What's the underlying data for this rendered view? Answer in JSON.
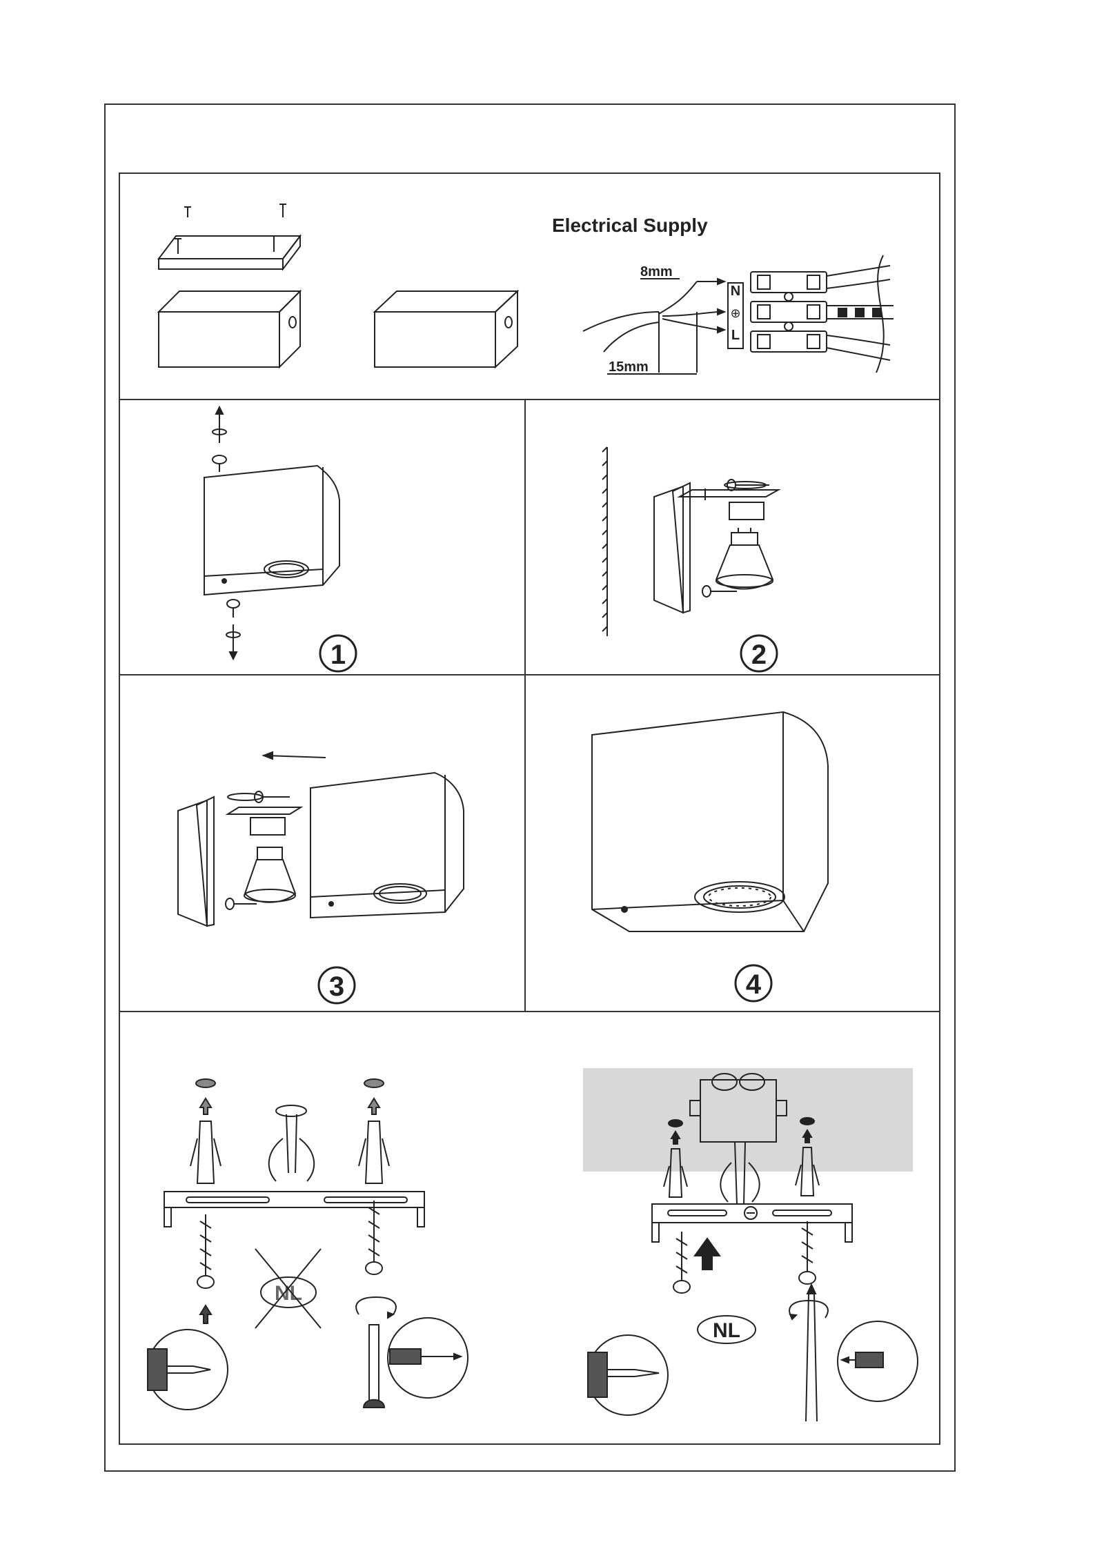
{
  "electrical": {
    "title": "Electrical Supply",
    "strip_length": "8mm",
    "sheath_length": "15mm",
    "terminals": [
      "N",
      "⊕",
      "L"
    ]
  },
  "steps": [
    {
      "number": "1"
    },
    {
      "number": "2"
    },
    {
      "number": "3"
    },
    {
      "number": "4"
    }
  ],
  "mounting": {
    "left_badge": "NL",
    "right_badge": "NL"
  },
  "colors": {
    "line": "#222222",
    "border": "#333333",
    "ceiling_shade": "#d8d8d8"
  }
}
